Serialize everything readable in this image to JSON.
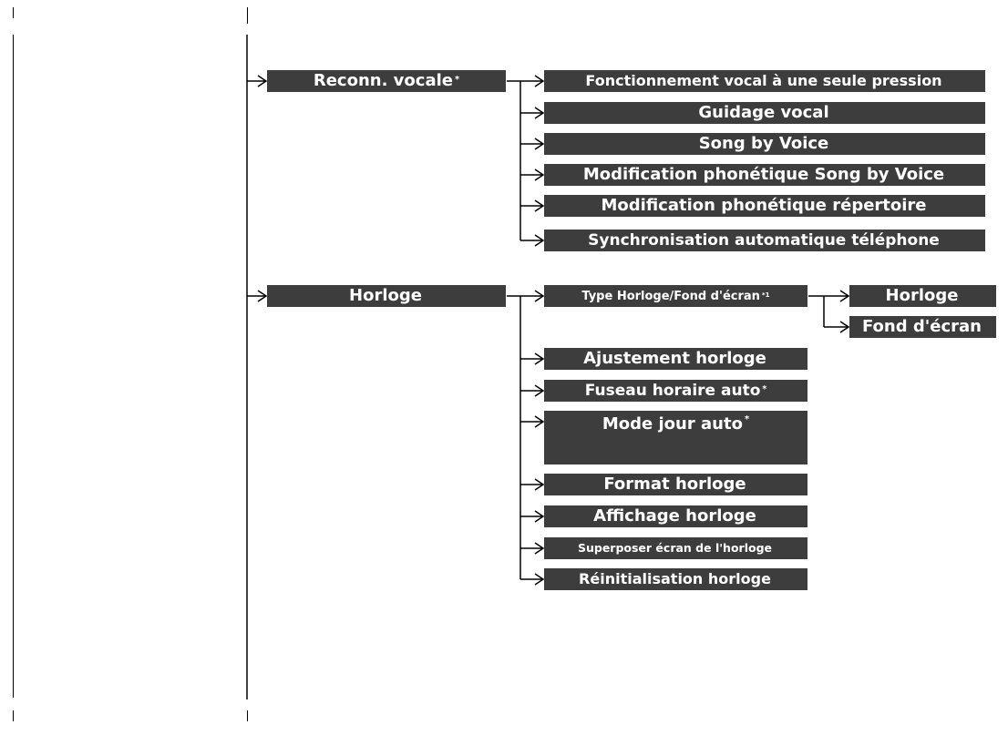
{
  "diagram": {
    "sections": [
      {
        "id": "voice",
        "label": "Reconn. vocale",
        "sup": "*",
        "children": [
          {
            "label": "Fonctionnement vocal à une seule pression",
            "sup": ""
          },
          {
            "label": "Guidage vocal",
            "sup": ""
          },
          {
            "label": "Song by Voice",
            "sup": ""
          },
          {
            "label": "Modification phonétique Song by Voice",
            "sup": ""
          },
          {
            "label": "Modification phonétique répertoire",
            "sup": ""
          },
          {
            "label": "Synchronisation automatique téléphone",
            "sup": ""
          }
        ]
      },
      {
        "id": "clock",
        "label": "Horloge",
        "sup": "",
        "children": [
          {
            "label": "Type Horloge/Fond d'écran",
            "sup": "*1",
            "children": [
              {
                "label": "Horloge",
                "sup": ""
              },
              {
                "label": "Fond d'écran",
                "sup": ""
              }
            ]
          },
          {
            "label": "Ajustement horloge",
            "sup": ""
          },
          {
            "label": "Fuseau horaire auto",
            "sup": "*"
          },
          {
            "label": "Mode jour auto",
            "sup": "*"
          },
          {
            "label": "Format horloge",
            "sup": ""
          },
          {
            "label": "Affichage horloge",
            "sup": ""
          },
          {
            "label": "Superposer écran de l'horloge",
            "sup": ""
          },
          {
            "label": "Réinitialisation horloge",
            "sup": ""
          }
        ]
      }
    ]
  }
}
